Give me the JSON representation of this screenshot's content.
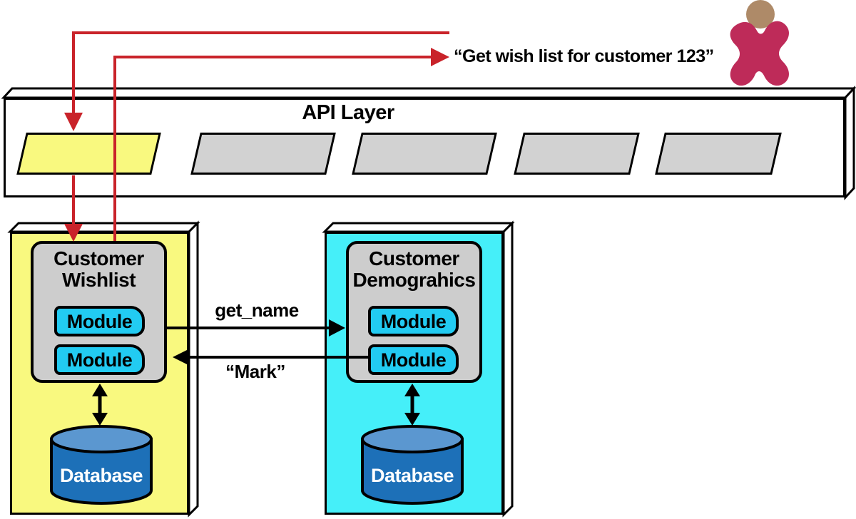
{
  "user_request": {
    "label": "“Get wish list for customer 123”"
  },
  "api_layer": {
    "title": "API Layer",
    "endpoints": [
      {
        "highlighted": true
      },
      {
        "highlighted": false
      },
      {
        "highlighted": false
      },
      {
        "highlighted": false
      },
      {
        "highlighted": false
      }
    ]
  },
  "services": [
    {
      "title": [
        "Customer",
        "Wishlist"
      ],
      "modules": [
        "Module",
        "Module"
      ],
      "database": "Database"
    },
    {
      "title": [
        "Customer",
        "Demograhics"
      ],
      "modules": [
        "Module",
        "Module"
      ],
      "database": "Database"
    }
  ],
  "connections": {
    "request": "get_name",
    "response": "“Mark”"
  },
  "colors": {
    "red": "#C9232A",
    "yellow": "#F9F97F",
    "cyan": "#45EFF9",
    "endpoint_gray": "#D2D2D2",
    "panel_gray": "#CDCDCD",
    "module_cyan": "#22CBF2",
    "db_blue": "#1D70B8",
    "db_blue_light": "#5B97D0",
    "db_text": "#FFFFFF",
    "person_body": "#BE2B59",
    "person_head": "#AE8A68",
    "outline": "#000000"
  }
}
